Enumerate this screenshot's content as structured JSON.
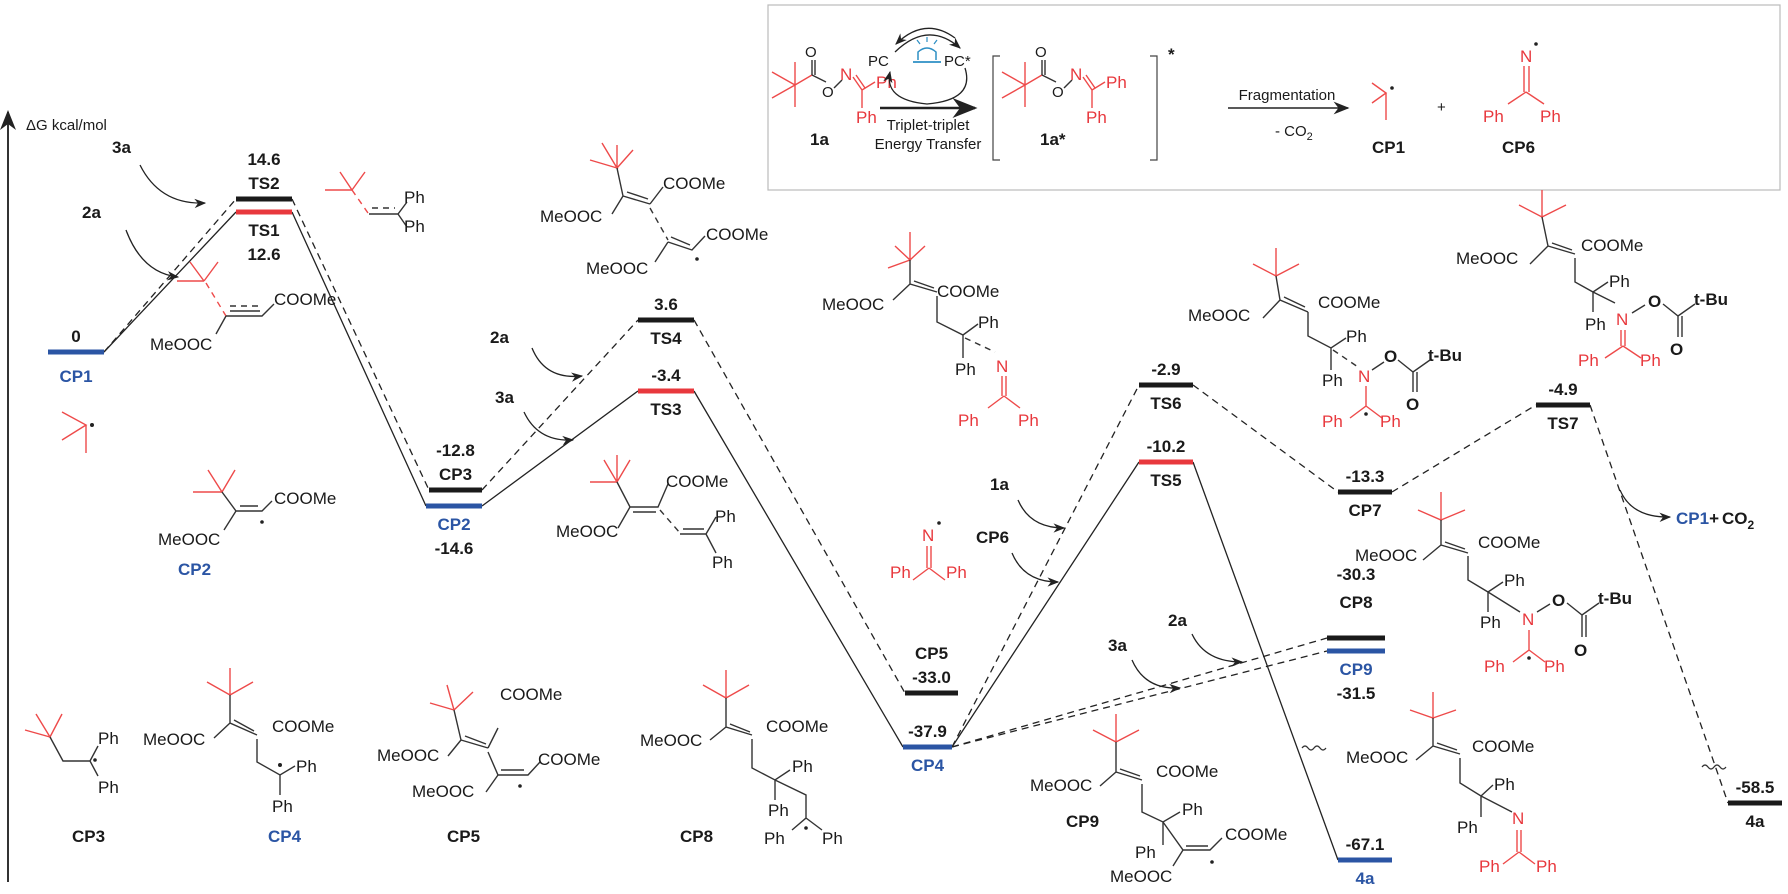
{
  "axis": {
    "label": "ΔG kcal/mol"
  },
  "colors": {
    "black": "#1a1a1a",
    "red": "#e8383d",
    "blue": "#2b55a4",
    "box_border": "#bbbbbb"
  },
  "levels": [
    {
      "id": "CP1",
      "name": "CP1",
      "value": "0",
      "color": "blue"
    },
    {
      "id": "TS1",
      "name": "TS1",
      "value": "12.6",
      "color": "red"
    },
    {
      "id": "TS2",
      "name": "TS2",
      "value": "14.6",
      "color": "black"
    },
    {
      "id": "CP3",
      "name": "CP3",
      "value": "-12.8",
      "color": "black"
    },
    {
      "id": "CP2",
      "name": "CP2",
      "value": "-14.6",
      "color": "blue"
    },
    {
      "id": "TS4",
      "name": "TS4",
      "value": "3.6",
      "color": "black"
    },
    {
      "id": "TS3",
      "name": "TS3",
      "value": "-3.4",
      "color": "red"
    },
    {
      "id": "CP5",
      "name": "CP5",
      "value": "-33.0",
      "color": "black"
    },
    {
      "id": "CP4",
      "name": "CP4",
      "value": "-37.9",
      "color": "blue"
    },
    {
      "id": "TS6",
      "name": "TS6",
      "value": "-2.9",
      "color": "black"
    },
    {
      "id": "TS5",
      "name": "TS5",
      "value": "-10.2",
      "color": "red"
    },
    {
      "id": "CP7",
      "name": "CP7",
      "value": "-13.3",
      "color": "black"
    },
    {
      "id": "TS7",
      "name": "TS7",
      "value": "-4.9",
      "color": "black"
    },
    {
      "id": "CP8",
      "name": "CP8",
      "value": "-30.3",
      "color": "black"
    },
    {
      "id": "CP9",
      "name": "CP9",
      "value": "-31.5",
      "color": "blue"
    },
    {
      "id": "4a_red",
      "name": "4a",
      "value": "-67.1",
      "color": "blue"
    },
    {
      "id": "4a_black",
      "name": "4a",
      "value": "-58.5",
      "color": "black"
    }
  ],
  "reagents": {
    "r1": "3a",
    "r2": "2a",
    "r3": "2a",
    "r4": "3a",
    "r5": "1a",
    "r6": "CP6",
    "r7": "3a",
    "r8": "2a",
    "product_arrow": {
      "cp": "CP1",
      "plus": "+",
      "co2": "CO",
      "sub": "2"
    }
  },
  "scheme": {
    "sm_label": "1a",
    "pc": "PC",
    "pc_star": "PC*",
    "arrow_text_1": "Triplet-triplet",
    "arrow_text_2": "Energy Transfer",
    "excited_label": "1a*",
    "excited_star": "*",
    "frag_text": "Fragmentation",
    "frag_sub": "- CO",
    "frag_sub2": "2",
    "prod1": "CP1",
    "plus": "+",
    "prod2": "CP6",
    "Ph": "Ph",
    "N": "N",
    "O": "O"
  },
  "structure_labels": {
    "cp1": "CP1",
    "cp2": "CP2",
    "cp3": "CP3",
    "cp4": "CP4",
    "cp5": "CP5",
    "cp8": "CP8",
    "cp9": "CP9",
    "Ph": "Ph",
    "COOMe": "COOMe",
    "MeOOC": "MeOOC",
    "N": "N",
    "O": "O",
    "tBu": "t-Bu"
  }
}
